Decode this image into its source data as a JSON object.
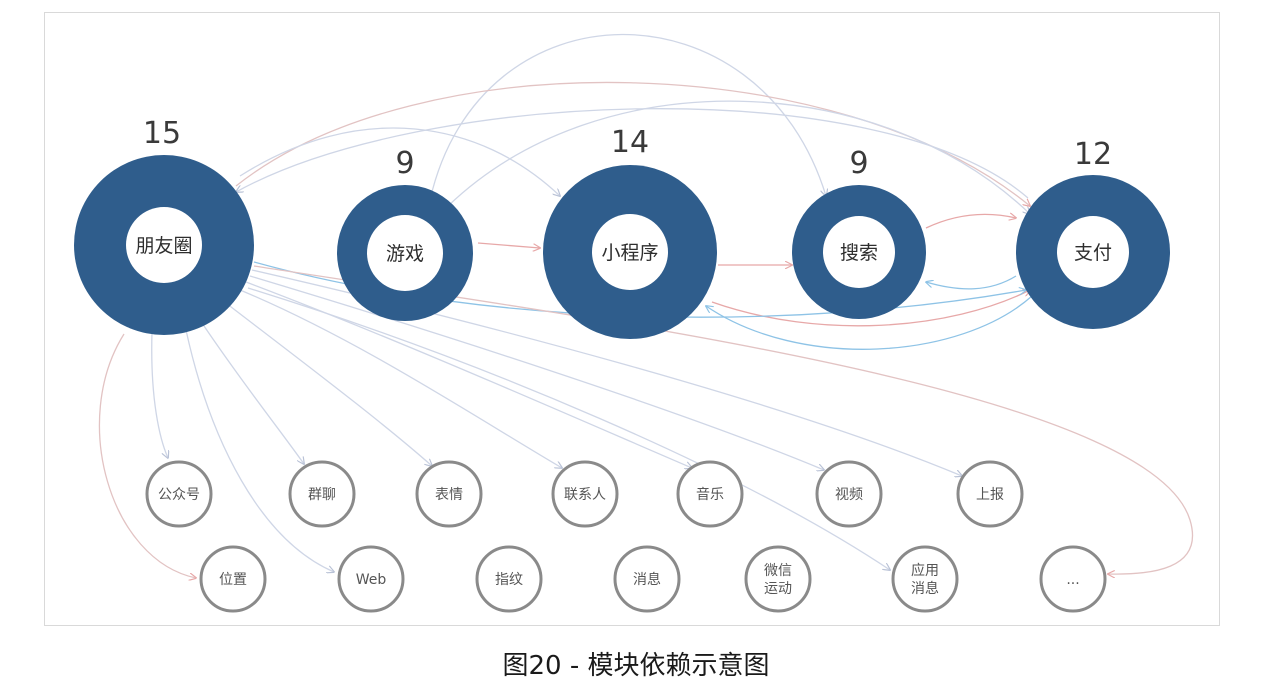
{
  "colors": {
    "primary_module": "#2f5d8c",
    "secondary_ring": "#8a8a8a",
    "edge_default": "#c7cfe0",
    "edge_pink": "#e7a8a8",
    "edge_blue": "#8ec3e6"
  },
  "primary_modules": [
    {
      "id": "moments",
      "label": "朋友圈",
      "count": "15"
    },
    {
      "id": "game",
      "label": "游戏",
      "count": "9"
    },
    {
      "id": "miniprogram",
      "label": "小程序",
      "count": "14"
    },
    {
      "id": "search",
      "label": "搜索",
      "count": "9"
    },
    {
      "id": "pay",
      "label": "支付",
      "count": "12"
    }
  ],
  "secondary_modules": [
    {
      "id": "public-account",
      "label": "公众号"
    },
    {
      "id": "group-chat",
      "label": "群聊"
    },
    {
      "id": "emoji",
      "label": "表情"
    },
    {
      "id": "contacts",
      "label": "联系人"
    },
    {
      "id": "music",
      "label": "音乐"
    },
    {
      "id": "video",
      "label": "视频"
    },
    {
      "id": "report",
      "label": "上报"
    },
    {
      "id": "location",
      "label": "位置"
    },
    {
      "id": "web",
      "label": "Web"
    },
    {
      "id": "fingerprint",
      "label": "指纹"
    },
    {
      "id": "message",
      "label": "消息"
    },
    {
      "id": "wechat-sport",
      "label": "微信\n运动"
    },
    {
      "id": "app-message",
      "label": "应用\n消息"
    },
    {
      "id": "more",
      "label": "..."
    }
  ],
  "caption": "图20 - 模块依赖示意图"
}
